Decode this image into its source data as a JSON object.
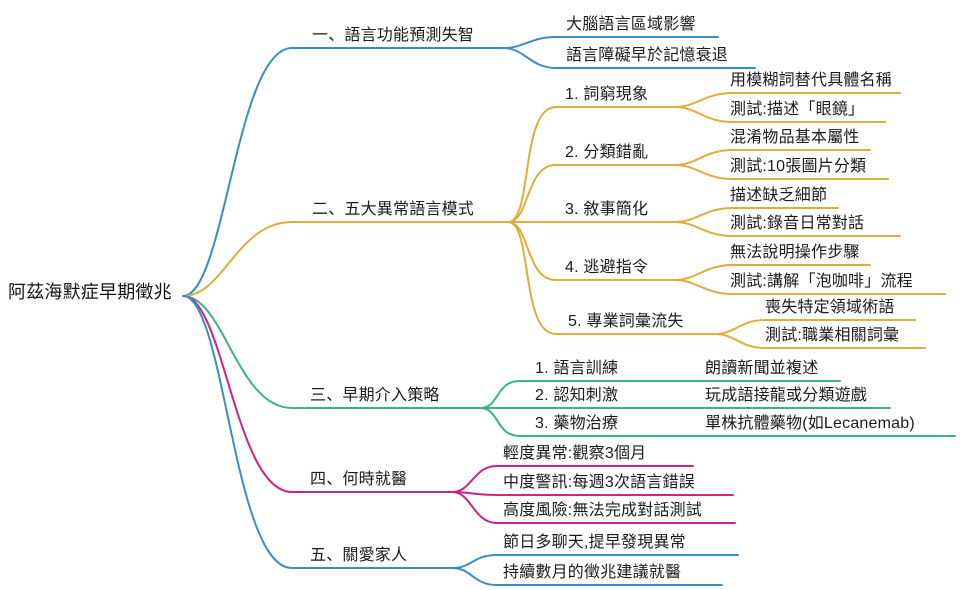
{
  "colors": {
    "blue": "#3a8ec8",
    "yellow": "#ddae3c",
    "green": "#3fb27e",
    "magenta": "#d02280",
    "text": "#1b1b1b",
    "background": "#ffffff"
  },
  "root": {
    "label": "阿茲海默症早期徵兆"
  },
  "branches": [
    {
      "label": "一、語言功能預測失智",
      "color": "#3a8ec8",
      "children": [
        {
          "label": "大腦語言區域影響"
        },
        {
          "label": "語言障礙早於記憶衰退"
        }
      ]
    },
    {
      "label": "二、五大異常語言模式",
      "color": "#ddae3c",
      "children": [
        {
          "label": "1. 詞窮現象",
          "children": [
            {
              "label": "用模糊詞替代具體名稱"
            },
            {
              "label": "測試:描述「眼鏡」"
            }
          ]
        },
        {
          "label": "2. 分類錯亂",
          "children": [
            {
              "label": "混淆物品基本屬性"
            },
            {
              "label": "測試:10張圖片分類"
            }
          ]
        },
        {
          "label": "3. 敘事簡化",
          "children": [
            {
              "label": "描述缺乏細節"
            },
            {
              "label": "測試:錄音日常對話"
            }
          ]
        },
        {
          "label": "4. 逃避指令",
          "children": [
            {
              "label": "無法說明操作步驟"
            },
            {
              "label": "測試:講解「泡咖啡」流程"
            }
          ]
        },
        {
          "label": "5. 專業詞彙流失",
          "children": [
            {
              "label": "喪失特定領域術語"
            },
            {
              "label": "測試:職業相關詞彙"
            }
          ]
        }
      ]
    },
    {
      "label": "三、早期介入策略",
      "color": "#3fb27e",
      "children": [
        {
          "label": "1. 語言訓練",
          "children": [
            {
              "label": "朗讀新聞並複述"
            }
          ]
        },
        {
          "label": "2. 認知刺激",
          "children": [
            {
              "label": "玩成語接龍或分類遊戲"
            }
          ]
        },
        {
          "label": "3. 藥物治療",
          "children": [
            {
              "label": "單株抗體藥物(如Lecanemab)"
            }
          ]
        }
      ]
    },
    {
      "label": "四、何時就醫",
      "color": "#d02280",
      "children": [
        {
          "label": "輕度異常:觀察3個月"
        },
        {
          "label": "中度警訊:每週3次語言錯誤"
        },
        {
          "label": "高度風險:無法完成對話測試"
        }
      ]
    },
    {
      "label": "五、關愛家人",
      "color": "#3a8ec8",
      "children": [
        {
          "label": "節日多聊天,提早發現異常"
        },
        {
          "label": "持續數月的徵兆建議就醫"
        }
      ]
    }
  ]
}
